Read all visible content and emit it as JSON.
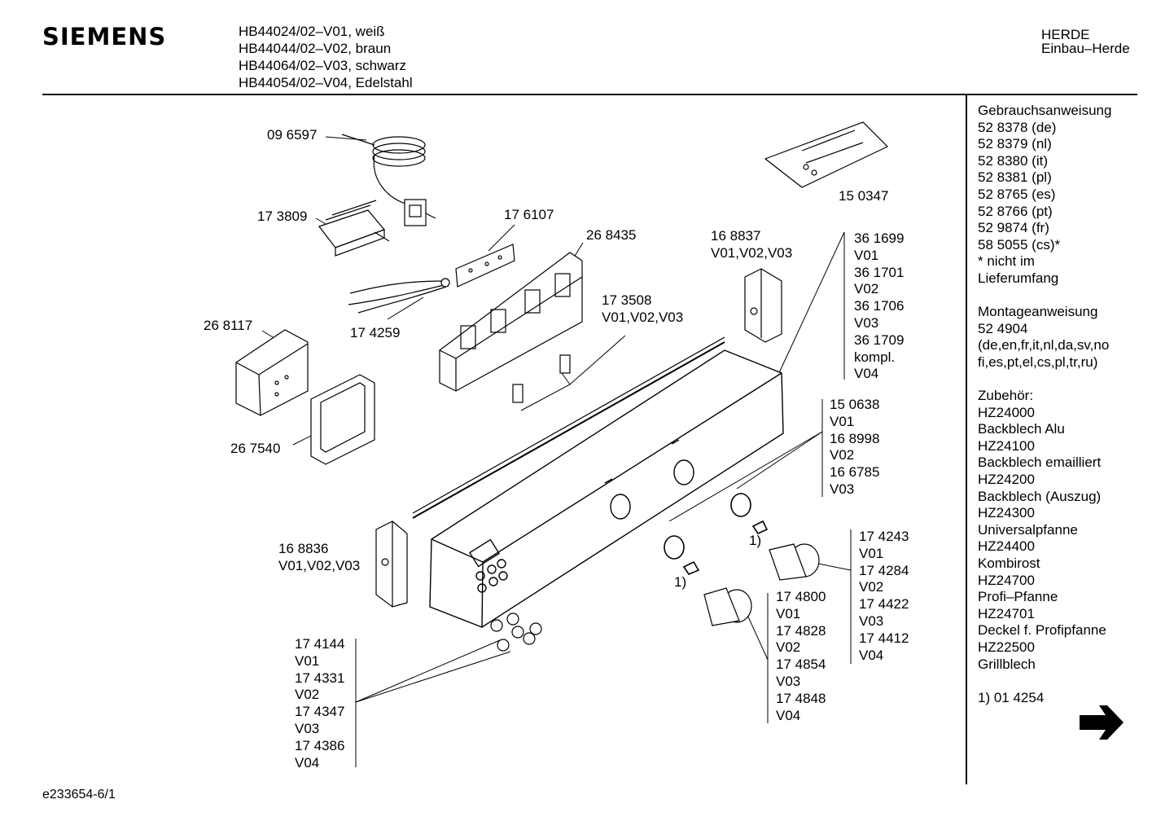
{
  "header": {
    "brand": "SIEMENS",
    "models": [
      "HB44024/02–V01, weiß",
      "HB44044/02–V02, braun",
      "HB44064/02–V03, schwarz",
      "HB44054/02–V04, Edelstahl"
    ],
    "category": "HERDE",
    "subcategory": "Einbau–Herde"
  },
  "sidebar": [
    "Gebrauchsanweisung",
    "52 8378 (de)",
    "52 8379 (nl)",
    "52 8380 (it)",
    "52 8381 (pl)",
    "52 8765 (es)",
    "52 8766 (pt)",
    "52 9874 (fr)",
    "58 5055 (cs)*",
    "* nicht im",
    "Lieferumfang",
    "",
    "Montageanweisung",
    "52 4904",
    "(de,en,fr,it,nl,da,sv,no",
    "fi,es,pt,el,cs,pl,tr,ru)",
    "",
    "Zubehör:",
    "HZ24000",
    "Backblech Alu",
    "HZ24100",
    "Backblech emailliert",
    "HZ24200",
    "Backblech (Auszug)",
    "HZ24300",
    "Universalpfanne",
    "HZ24400",
    "Kombirost",
    "HZ24700",
    "Profi–Pfanne",
    "HZ24701",
    "Deckel f. Profipfanne",
    "HZ22500",
    "Grillblech",
    "",
    "1) 01 4254"
  ],
  "parts": {
    "p096597": "09 6597",
    "p173809": "17 3809",
    "p176107": "17 6107",
    "p268435": "26 8435",
    "p174259": "17 4259",
    "p268117": "26 8117",
    "p267540": "26 7540",
    "p173508": [
      "17 3508",
      "V01,V02,V03"
    ],
    "p168837": [
      "16 8837",
      "V01,V02,V03"
    ],
    "p150347": "15 0347",
    "p361699": [
      "36 1699",
      "V01",
      "36 1701",
      "V02",
      "36 1706",
      "V03",
      "36 1709",
      "kompl.",
      "V04"
    ],
    "p150638": [
      "15 0638",
      "V01",
      "16 8998",
      "V02",
      "16 6785",
      "V03"
    ],
    "p168836": [
      "16 8836",
      "V01,V02,V03"
    ],
    "p174243": [
      "17 4243",
      "V01",
      "17 4284",
      "V02",
      "17 4422",
      "V03",
      "17 4412",
      "V04"
    ],
    "p174800": [
      "17 4800",
      "V01",
      "17 4828",
      "V02",
      "17 4854",
      "V03",
      "17 4848",
      "V04"
    ],
    "p174144": [
      "17 4144",
      "V01",
      "17 4331",
      "V02",
      "17 4347",
      "V03",
      "17 4386",
      "V04"
    ],
    "note_a": "1)",
    "note_b": "1)"
  },
  "footer": "e233654-6/1"
}
